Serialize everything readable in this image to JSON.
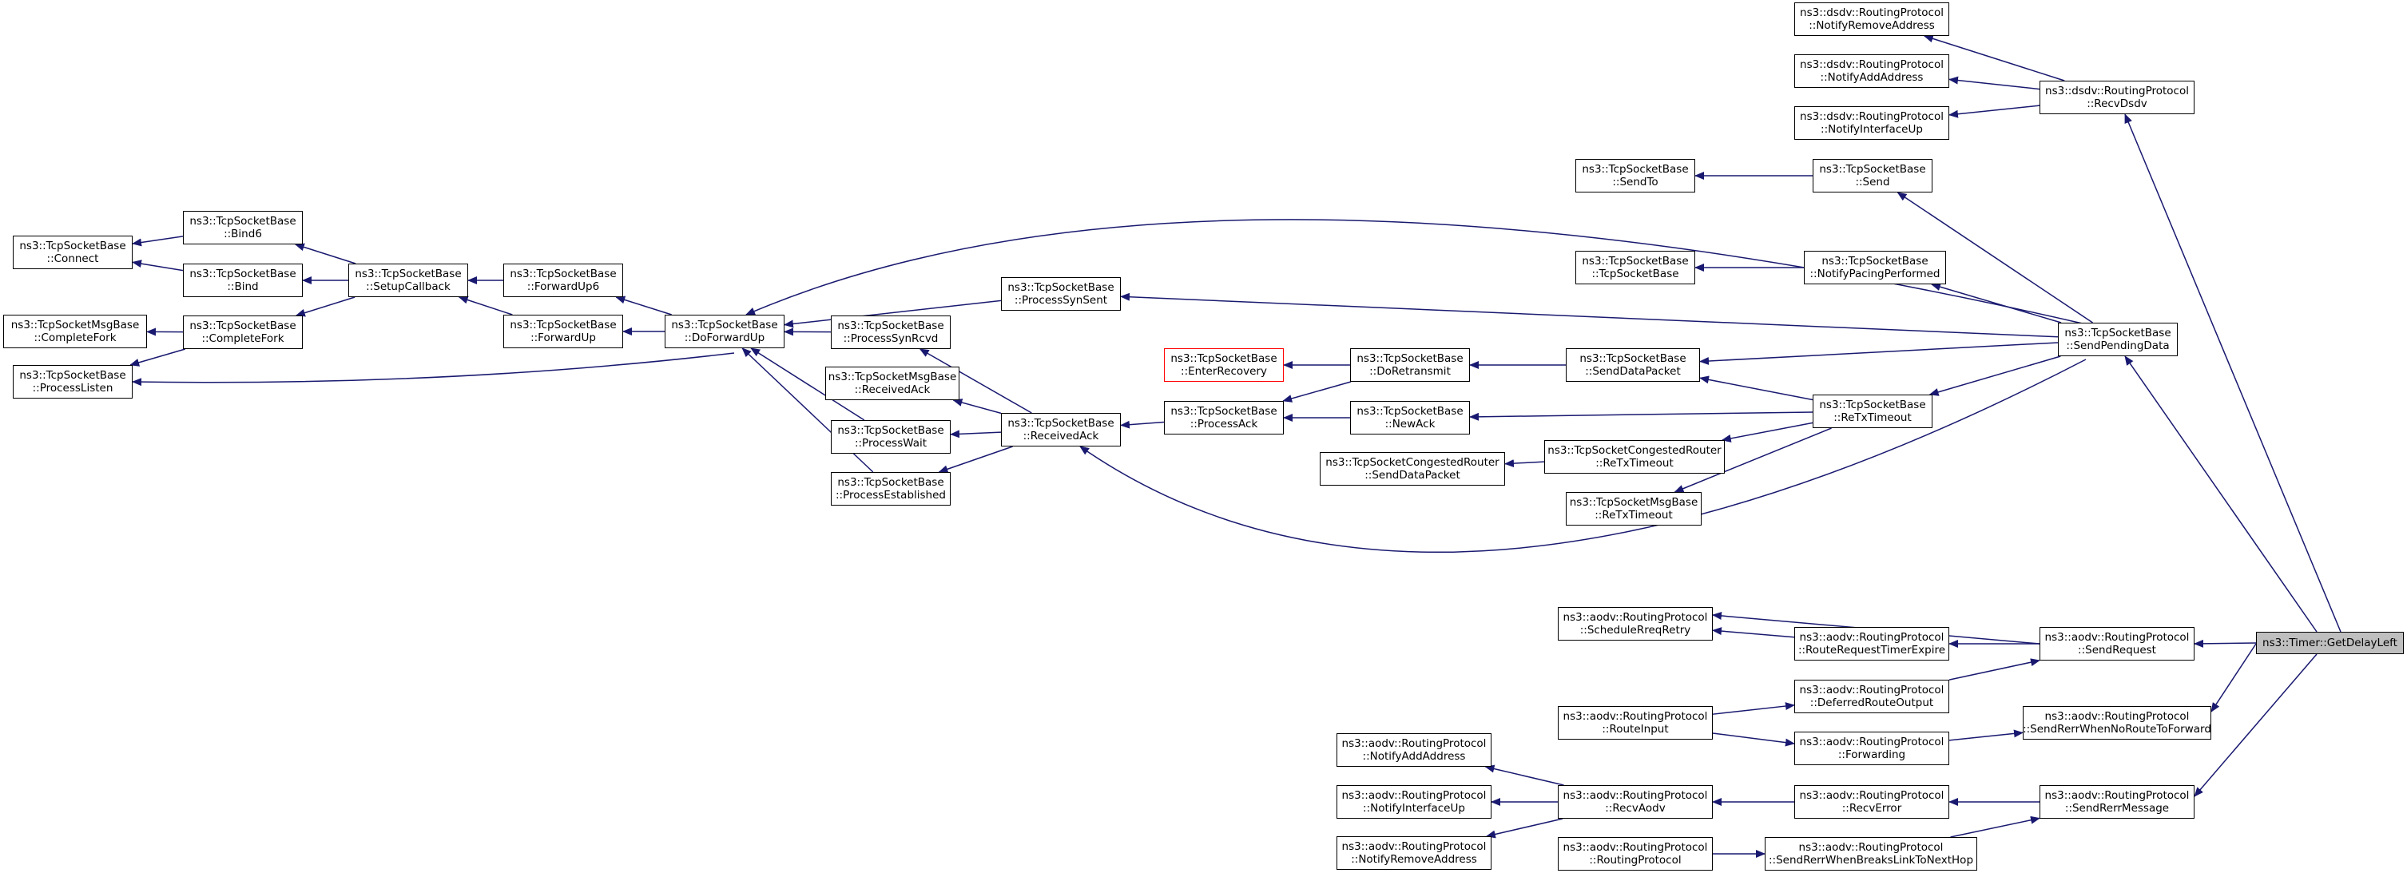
{
  "title": "",
  "colors": {
    "edge": "#191970",
    "focus_fill": "#bfbfbf",
    "missing_border": "#ff0000"
  },
  "nodes": [
    {
      "id": "n1",
      "lines": [
        "ns3::TcpSocketBase",
        "::Connect"
      ]
    },
    {
      "id": "n2",
      "lines": [
        "ns3::TcpSocketBase",
        "::Bind6"
      ]
    },
    {
      "id": "n3",
      "lines": [
        "ns3::TcpSocketBase",
        "::Bind"
      ]
    },
    {
      "id": "n4",
      "lines": [
        "ns3::TcpSocketMsgBase",
        "::CompleteFork"
      ]
    },
    {
      "id": "n5",
      "lines": [
        "ns3::TcpSocketBase",
        "::CompleteFork"
      ]
    },
    {
      "id": "n6",
      "lines": [
        "ns3::TcpSocketBase",
        "::ProcessListen"
      ]
    },
    {
      "id": "n7",
      "lines": [
        "ns3::TcpSocketBase",
        "::SetupCallback"
      ]
    },
    {
      "id": "n8",
      "lines": [
        "ns3::TcpSocketBase",
        "::ForwardUp6"
      ]
    },
    {
      "id": "n9",
      "lines": [
        "ns3::TcpSocketBase",
        "::ForwardUp"
      ]
    },
    {
      "id": "n10",
      "lines": [
        "ns3::TcpSocketBase",
        "::DoForwardUp"
      ]
    },
    {
      "id": "n11",
      "lines": [
        "ns3::TcpSocketBase",
        "::ProcessSynSent"
      ]
    },
    {
      "id": "n12",
      "lines": [
        "ns3::TcpSocketBase",
        "::ProcessSynRcvd"
      ]
    },
    {
      "id": "n13",
      "lines": [
        "ns3::TcpSocketMsgBase",
        "::ReceivedAck"
      ]
    },
    {
      "id": "n14",
      "lines": [
        "ns3::TcpSocketBase",
        "::ProcessWait"
      ]
    },
    {
      "id": "n15",
      "lines": [
        "ns3::TcpSocketBase",
        "::ProcessEstablished"
      ]
    },
    {
      "id": "n16",
      "lines": [
        "ns3::TcpSocketBase",
        "::ReceivedAck"
      ]
    },
    {
      "id": "n17",
      "lines": [
        "ns3::TcpSocketBase",
        "::ProcessAck"
      ]
    },
    {
      "id": "n18",
      "lines": [
        "ns3::TcpSocketBase",
        "::EnterRecovery"
      ]
    },
    {
      "id": "n19",
      "lines": [
        "ns3::TcpSocketBase",
        "::DoRetransmit"
      ]
    },
    {
      "id": "n20",
      "lines": [
        "ns3::TcpSocketBase",
        "::NewAck"
      ]
    },
    {
      "id": "n21",
      "lines": [
        "ns3::TcpSocketCongestedRouter",
        "::SendDataPacket"
      ]
    },
    {
      "id": "n22",
      "lines": [
        "ns3::TcpSocketBase",
        "::SendTo"
      ]
    },
    {
      "id": "n23",
      "lines": [
        "ns3::TcpSocketBase",
        "::TcpSocketBase"
      ]
    },
    {
      "id": "n24",
      "lines": [
        "ns3::TcpSocketBase",
        "::SendDataPacket"
      ]
    },
    {
      "id": "n25",
      "lines": [
        "ns3::TcpSocketCongestedRouter",
        "::ReTxTimeout"
      ]
    },
    {
      "id": "n26",
      "lines": [
        "ns3::TcpSocketMsgBase",
        "::ReTxTimeout"
      ]
    },
    {
      "id": "n27",
      "lines": [
        "ns3::dsdv::RoutingProtocol",
        "::NotifyRemoveAddress"
      ]
    },
    {
      "id": "n28",
      "lines": [
        "ns3::dsdv::RoutingProtocol",
        "::NotifyAddAddress"
      ]
    },
    {
      "id": "n29",
      "lines": [
        "ns3::dsdv::RoutingProtocol",
        "::NotifyInterfaceUp"
      ]
    },
    {
      "id": "n30",
      "lines": [
        "ns3::TcpSocketBase",
        "::Send"
      ]
    },
    {
      "id": "n31",
      "lines": [
        "ns3::TcpSocketBase",
        "::NotifyPacingPerformed"
      ]
    },
    {
      "id": "n32",
      "lines": [
        "ns3::TcpSocketBase",
        "::ReTxTimeout"
      ]
    },
    {
      "id": "n33",
      "lines": [
        "ns3::dsdv::RoutingProtocol",
        "::RecvDsdv"
      ]
    },
    {
      "id": "n34",
      "lines": [
        "ns3::TcpSocketBase",
        "::SendPendingData"
      ]
    },
    {
      "id": "n35",
      "lines": [
        "ns3::aodv::RoutingProtocol",
        "::ScheduleRreqRetry"
      ]
    },
    {
      "id": "n36",
      "lines": [
        "ns3::aodv::RoutingProtocol",
        "::RouteInput"
      ]
    },
    {
      "id": "n37",
      "lines": [
        "ns3::aodv::RoutingProtocol",
        "::NotifyAddAddress"
      ]
    },
    {
      "id": "n38",
      "lines": [
        "ns3::aodv::RoutingProtocol",
        "::NotifyInterfaceUp"
      ]
    },
    {
      "id": "n39",
      "lines": [
        "ns3::aodv::RoutingProtocol",
        "::NotifyRemoveAddress"
      ]
    },
    {
      "id": "n40",
      "lines": [
        "ns3::aodv::RoutingProtocol",
        "::RecvAodv"
      ]
    },
    {
      "id": "n41",
      "lines": [
        "ns3::aodv::RoutingProtocol",
        "::RoutingProtocol"
      ]
    },
    {
      "id": "n42",
      "lines": [
        "ns3::aodv::RoutingProtocol",
        "::RouteRequestTimerExpire"
      ]
    },
    {
      "id": "n43",
      "lines": [
        "ns3::aodv::RoutingProtocol",
        "::DeferredRouteOutput"
      ]
    },
    {
      "id": "n44",
      "lines": [
        "ns3::aodv::RoutingProtocol",
        "::Forwarding"
      ]
    },
    {
      "id": "n45",
      "lines": [
        "ns3::aodv::RoutingProtocol",
        "::RecvError"
      ]
    },
    {
      "id": "n46",
      "lines": [
        "ns3::aodv::RoutingProtocol",
        "::SendRerrWhenBreaksLinkToNextHop"
      ]
    },
    {
      "id": "n47",
      "lines": [
        "ns3::aodv::RoutingProtocol",
        "::SendRequest"
      ]
    },
    {
      "id": "n48",
      "lines": [
        "ns3::aodv::RoutingProtocol",
        "::SendRerrWhenNoRouteToForward"
      ]
    },
    {
      "id": "n49",
      "lines": [
        "ns3::aodv::RoutingProtocol",
        "::SendRerrMessage"
      ]
    },
    {
      "id": "n50",
      "lines": [
        "ns3::Timer::GetDelayLeft"
      ],
      "focus": true
    }
  ],
  "edges": [
    {
      "from": "n2",
      "to": "n1"
    },
    {
      "from": "n3",
      "to": "n1"
    },
    {
      "from": "n5",
      "to": "n4"
    },
    {
      "from": "n5",
      "to": "n6"
    },
    {
      "from": "n7",
      "to": "n2"
    },
    {
      "from": "n7",
      "to": "n3"
    },
    {
      "from": "n7",
      "to": "n5"
    },
    {
      "from": "n8",
      "to": "n7"
    },
    {
      "from": "n9",
      "to": "n7"
    },
    {
      "from": "n10",
      "to": "n8"
    },
    {
      "from": "n10",
      "to": "n9"
    },
    {
      "from": "n10",
      "to": "n6"
    },
    {
      "from": "n11",
      "to": "n10"
    },
    {
      "from": "n12",
      "to": "n10"
    },
    {
      "from": "n14",
      "to": "n10"
    },
    {
      "from": "n15",
      "to": "n10"
    },
    {
      "from": "n16",
      "to": "n12"
    },
    {
      "from": "n16",
      "to": "n13"
    },
    {
      "from": "n16",
      "to": "n14"
    },
    {
      "from": "n16",
      "to": "n15"
    },
    {
      "from": "n17",
      "to": "n16"
    },
    {
      "from": "n19",
      "to": "n18"
    },
    {
      "from": "n19",
      "to": "n17"
    },
    {
      "from": "n20",
      "to": "n17"
    },
    {
      "from": "n24",
      "to": "n19"
    },
    {
      "from": "n25",
      "to": "n21"
    },
    {
      "from": "n30",
      "to": "n22"
    },
    {
      "from": "n31",
      "to": "n23"
    },
    {
      "from": "n32",
      "to": "n24"
    },
    {
      "from": "n32",
      "to": "n20"
    },
    {
      "from": "n32",
      "to": "n25"
    },
    {
      "from": "n32",
      "to": "n26"
    },
    {
      "from": "n33",
      "to": "n27"
    },
    {
      "from": "n33",
      "to": "n28"
    },
    {
      "from": "n33",
      "to": "n29"
    },
    {
      "from": "n34",
      "to": "n30"
    },
    {
      "from": "n34",
      "to": "n31"
    },
    {
      "from": "n34",
      "to": "n24"
    },
    {
      "from": "n34",
      "to": "n32"
    },
    {
      "from": "n34",
      "to": "n11"
    },
    {
      "from": "n34",
      "to": "n10"
    },
    {
      "from": "n34",
      "to": "n16"
    },
    {
      "from": "n36",
      "to": "n43"
    },
    {
      "from": "n36",
      "to": "n44"
    },
    {
      "from": "n40",
      "to": "n37"
    },
    {
      "from": "n40",
      "to": "n38"
    },
    {
      "from": "n40",
      "to": "n39"
    },
    {
      "from": "n41",
      "to": "n46"
    },
    {
      "from": "n42",
      "to": "n35"
    },
    {
      "from": "n43",
      "to": "n47"
    },
    {
      "from": "n44",
      "to": "n48"
    },
    {
      "from": "n45",
      "to": "n40"
    },
    {
      "from": "n46",
      "to": "n49"
    },
    {
      "from": "n47",
      "to": "n42"
    },
    {
      "from": "n47",
      "to": "n35"
    },
    {
      "from": "n49",
      "to": "n45"
    },
    {
      "from": "n50",
      "to": "n33"
    },
    {
      "from": "n50",
      "to": "n34"
    },
    {
      "from": "n50",
      "to": "n47"
    },
    {
      "from": "n50",
      "to": "n48"
    },
    {
      "from": "n50",
      "to": "n49"
    }
  ]
}
